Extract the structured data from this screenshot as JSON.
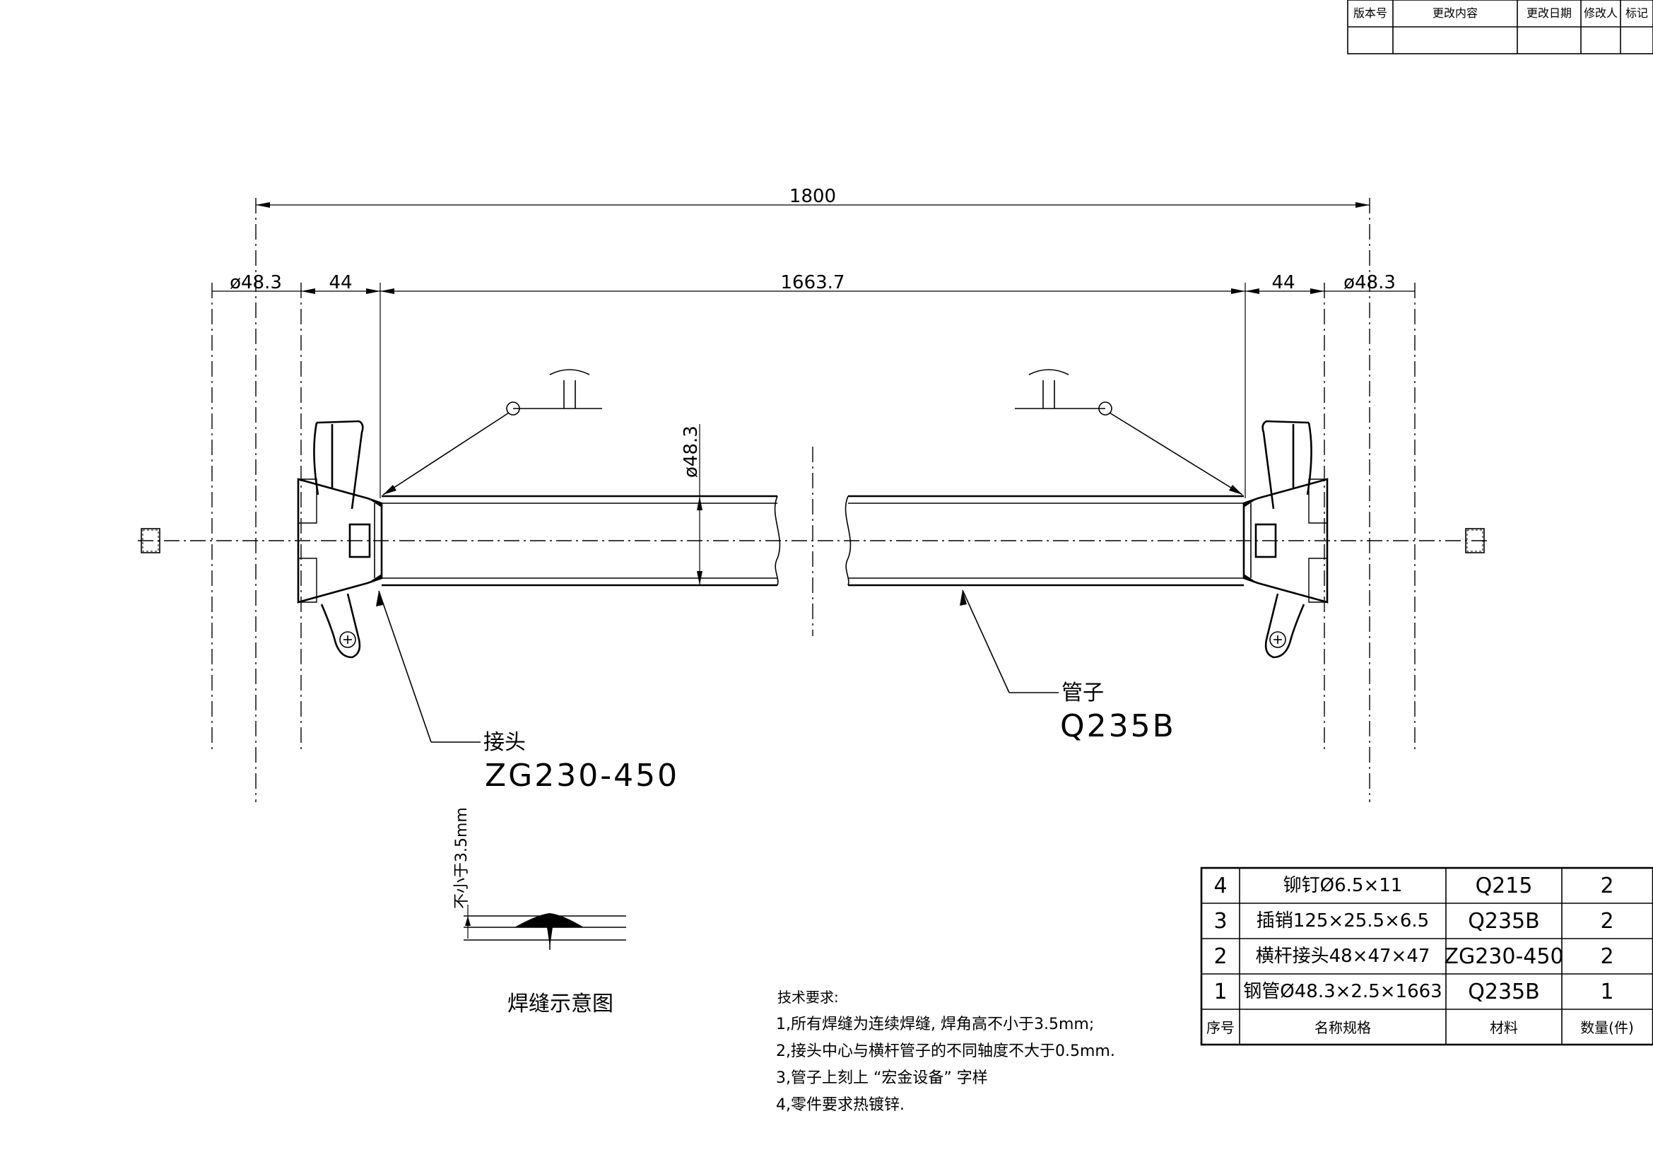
{
  "revision_table": {
    "headers": [
      "版本号",
      "更改内容",
      "更改日期",
      "修改人",
      "标记"
    ]
  },
  "dimensions": {
    "overall": "1800",
    "tube_length": "1663.7",
    "left_offset": "44",
    "right_offset": "44",
    "left_dia": "ø48.3",
    "right_dia": "ø48.3",
    "tube_dia": "ø48.3"
  },
  "callouts": {
    "joint_name": "接头",
    "joint_material": "ZG230-450",
    "pipe_name": "管子",
    "pipe_material": "Q235B"
  },
  "weld_detail": {
    "dim_label": "不小于3.5mm",
    "caption": "焊缝示意图"
  },
  "technical_requirements": {
    "title": "技术要求:",
    "items": [
      "1,所有焊缝为连续焊缝, 焊角高不小于3.5mm;",
      "2,接头中心与横杆管子的不同轴度不大于0.5mm.",
      "3,管子上刻上 “宏金设备” 字样",
      "4,零件要求热镀锌."
    ]
  },
  "bom": {
    "rows": [
      {
        "no": "4",
        "name": "铆钉Ø6.5×11",
        "material": "Q215",
        "qty": "2"
      },
      {
        "no": "3",
        "name": "插销125×25.5×6.5",
        "material": "Q235B",
        "qty": "2"
      },
      {
        "no": "2",
        "name": "横杆接头48×47×47",
        "material": "ZG230-450",
        "qty": "2"
      },
      {
        "no": "1",
        "name": "钢管Ø48.3×2.5×1663",
        "material": "Q235B",
        "qty": "1"
      }
    ],
    "header": {
      "no": "序号",
      "name": "名称规格",
      "material": "材料",
      "qty": "数量(件)"
    }
  }
}
